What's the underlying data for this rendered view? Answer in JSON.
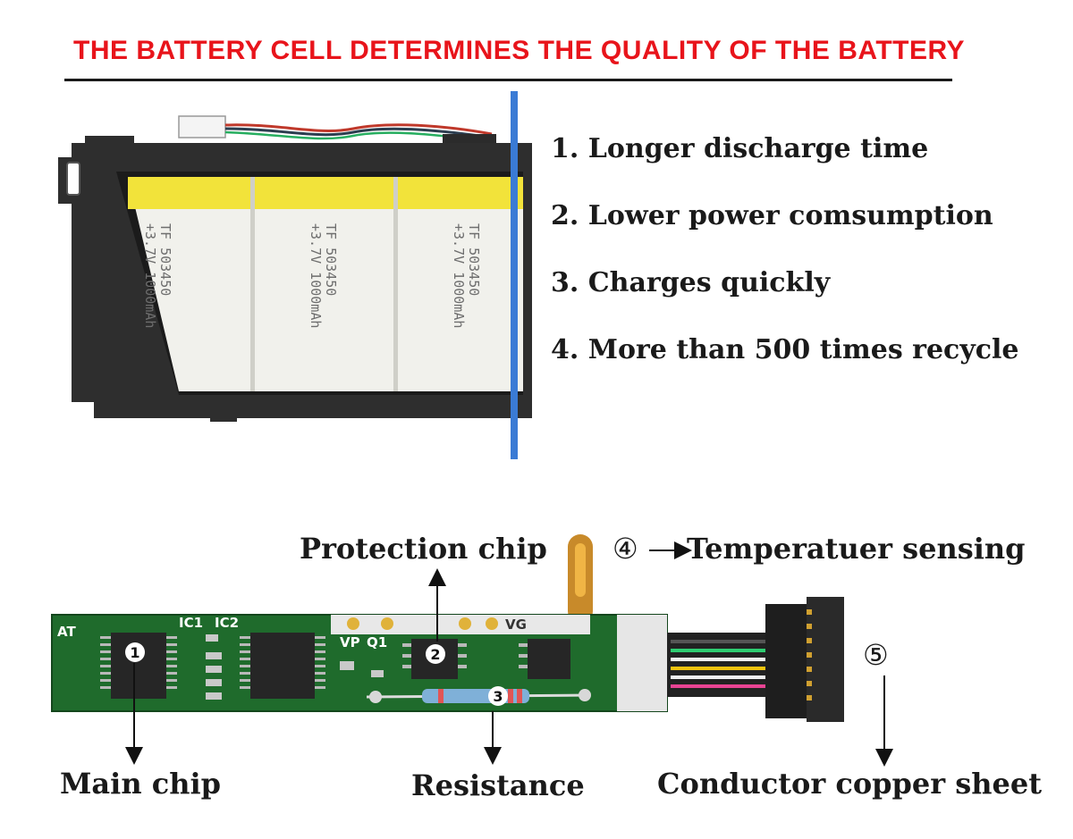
{
  "header": {
    "title": "THE BATTERY CELL DETERMINES THE QUALITY OF THE BATTERY"
  },
  "features": [
    "1. Longer discharge time",
    "2. Lower power comsumption",
    "3. Charges quickly",
    "4. More than 500 times recycle"
  ],
  "cells": {
    "text_a": "TF 503450",
    "text_b": "+3.7V 1000mAh"
  },
  "pcb": {
    "silkscreen": [
      "AT",
      "IC1",
      "IC2",
      "VP",
      "Q1",
      "VG"
    ],
    "markers": [
      "1",
      "2",
      "3"
    ]
  },
  "labels": {
    "protection_chip": "Protection chip",
    "temperature_num": "④",
    "temperature": "Temperatuer sensing",
    "connector_num": "⑤",
    "main_chip": "Main chip",
    "resistance": "Resistance",
    "conductor": "Conductor copper sheet"
  },
  "colors": {
    "title": "#e8141b",
    "pcb": "#1f6b2c",
    "cell": "#f2f2ee",
    "cell_top": "#f2e33a",
    "accent_line": "#3a7bd5"
  }
}
